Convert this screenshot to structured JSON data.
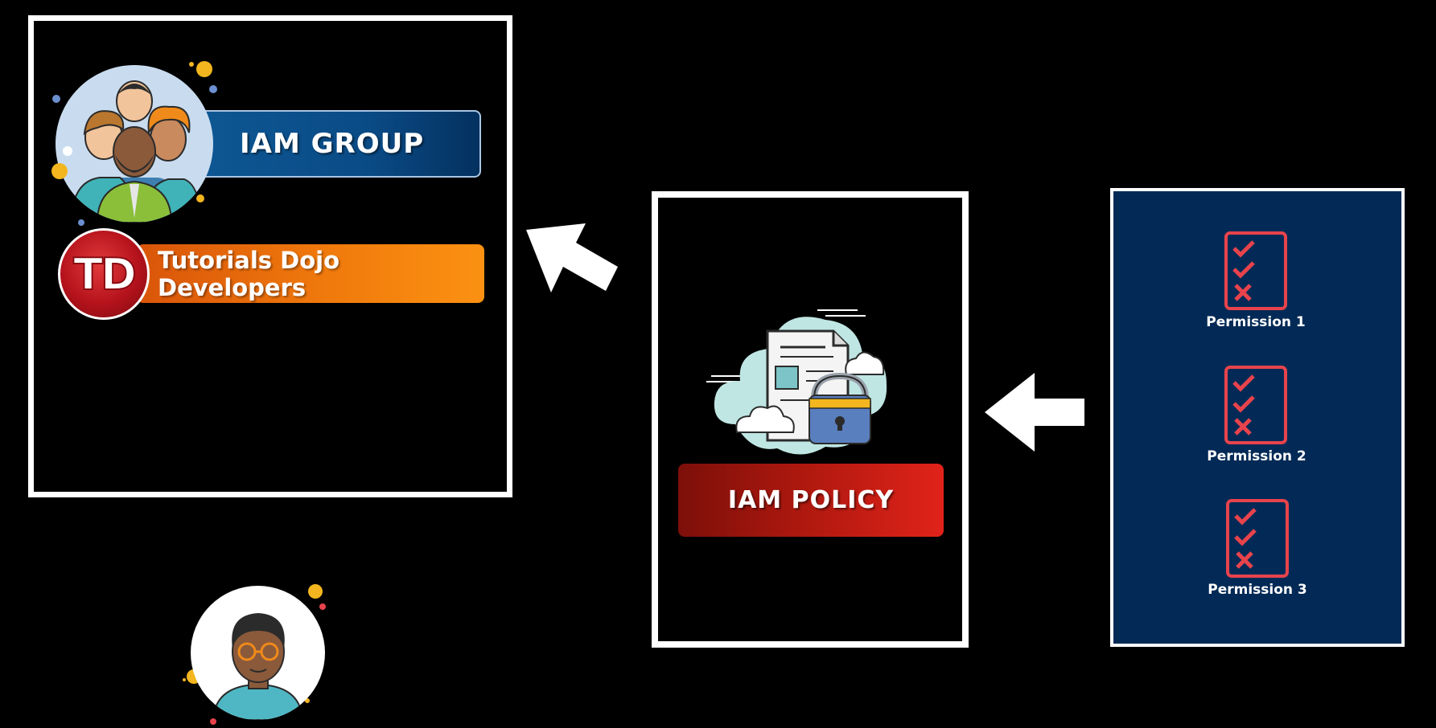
{
  "group": {
    "banner_label": "IAM GROUP",
    "avatar_icon": "group-people-icon",
    "banner_color": "#0a4b86"
  },
  "team": {
    "logo_text": "TD",
    "banner_label": "Tutorials Dojo Developers",
    "banner_color": "#f07a0c",
    "logo_color": "#b4121c"
  },
  "policy": {
    "banner_label": "IAM POLICY",
    "icon": "policy-document-lock-icon",
    "banner_color": "#b1190f"
  },
  "permissions": {
    "panel_color": "#032a56",
    "icon_color": "#e8434c",
    "items": [
      {
        "label": "Permission 1",
        "icon": "checklist-icon"
      },
      {
        "label": "Permission 2",
        "icon": "checklist-icon"
      },
      {
        "label": "Permission 3",
        "icon": "checklist-icon"
      }
    ]
  },
  "user": {
    "avatar_icon": "user-avatar-icon"
  },
  "arrows": {
    "permissions_to_policy": "arrow-left-icon",
    "policy_to_group": "arrow-up-left-icon"
  }
}
